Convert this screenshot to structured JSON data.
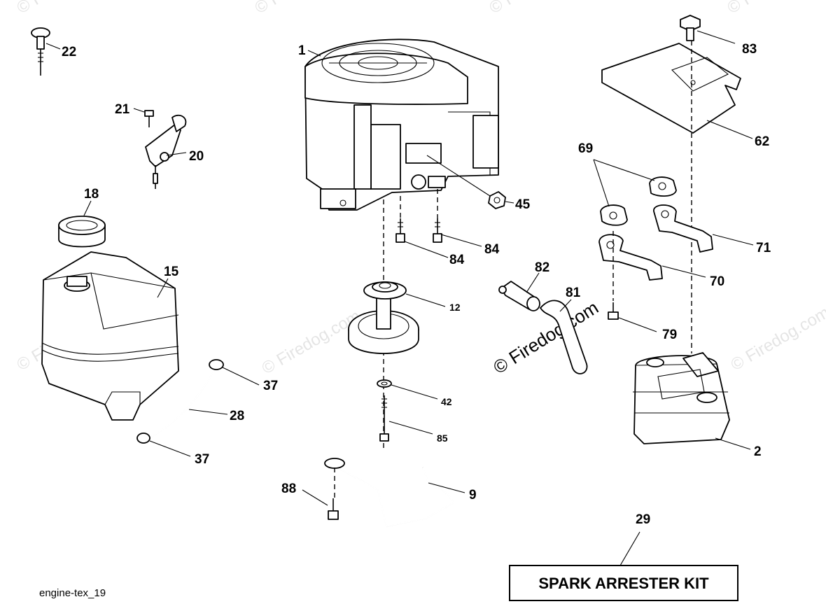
{
  "figure_id": "engine-tex_19",
  "kit_label": "SPARK ARRESTER KIT",
  "watermark": "© Firedog.com",
  "watermark_faint": "© Firedog.com",
  "callouts": {
    "c1": "1",
    "c2": "2",
    "c9": "9",
    "c12": "12",
    "c15": "15",
    "c18": "18",
    "c20": "20",
    "c21": "21",
    "c22": "22",
    "c28": "28",
    "c29": "29",
    "c37a": "37",
    "c37b": "37",
    "c42": "42",
    "c45": "45",
    "c62": "62",
    "c69": "69",
    "c70": "70",
    "c71": "71",
    "c79": "79",
    "c81": "81",
    "c82": "82",
    "c83": "83",
    "c84a": "84",
    "c84b": "84",
    "c85": "85",
    "c88": "88"
  }
}
